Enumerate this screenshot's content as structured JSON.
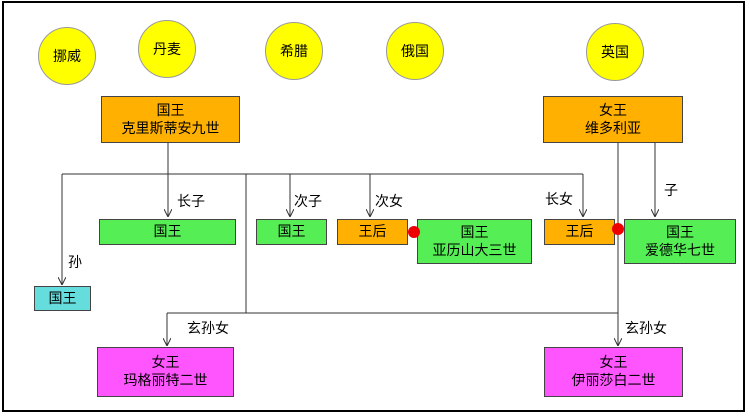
{
  "countries": {
    "norway": "挪威",
    "denmark": "丹麦",
    "greece": "希腊",
    "russia": "俄国",
    "britain": "英国"
  },
  "nodes": {
    "christian9": {
      "title": "国王",
      "name": "克里斯蒂安九世"
    },
    "victoria": {
      "title": "女王",
      "name": "维多利亚"
    },
    "king_denmark": {
      "title": "国王"
    },
    "king_greece": {
      "title": "国王"
    },
    "queen_russia": {
      "title": "王后"
    },
    "alexander3": {
      "title": "国王",
      "name": "亚历山大三世"
    },
    "queen_britain": {
      "title": "王后"
    },
    "edward7": {
      "title": "国王",
      "name": "爱德华七世"
    },
    "king_norway": {
      "title": "国王"
    },
    "margrethe2": {
      "title": "女王",
      "name": "玛格丽特二世"
    },
    "elizabeth2": {
      "title": "女王",
      "name": "伊丽莎白二世"
    }
  },
  "relations": {
    "eldest_son": "长子",
    "second_son": "次子",
    "second_daughter": "次女",
    "eldest_daughter": "长女",
    "son": "子",
    "grandson": "孙",
    "great_great_granddaughter_left": "玄孙女",
    "great_great_granddaughter_right": "玄孙女"
  },
  "colors": {
    "country_circle": "#ffff00",
    "monarch_origin": "#ffb000",
    "child_king": "#55ee55",
    "grandson": "#66dddd",
    "queen_descendant": "#ff55ff",
    "marriage_dot": "#ee0000"
  }
}
